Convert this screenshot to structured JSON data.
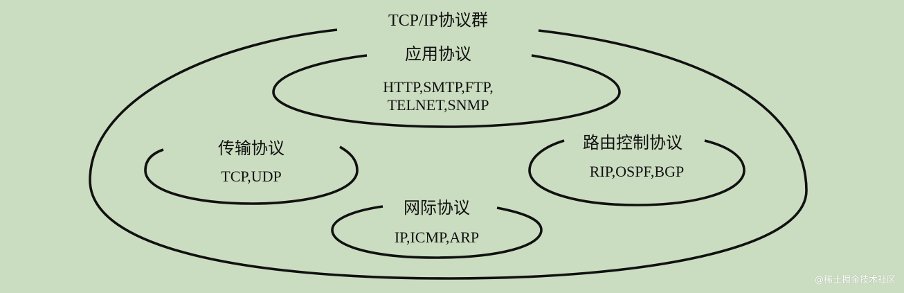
{
  "diagram": {
    "outer": {
      "title": "TCP/IP协议群"
    },
    "application": {
      "title": "应用协议",
      "items_line1": "HTTP,SMTP,FTP,",
      "items_line2": "TELNET,SNMP"
    },
    "transport": {
      "title": "传输协议",
      "items": "TCP,UDP"
    },
    "routing": {
      "title": "路由控制协议",
      "items": "RIP,OSPF,BGP"
    },
    "internet": {
      "title": "网际协议",
      "items": "IP,ICMP,ARP"
    }
  },
  "watermark": "@稀土掘金技术社区",
  "colors": {
    "background": "#cbddc1",
    "stroke": "#111111",
    "text": "#111111"
  }
}
